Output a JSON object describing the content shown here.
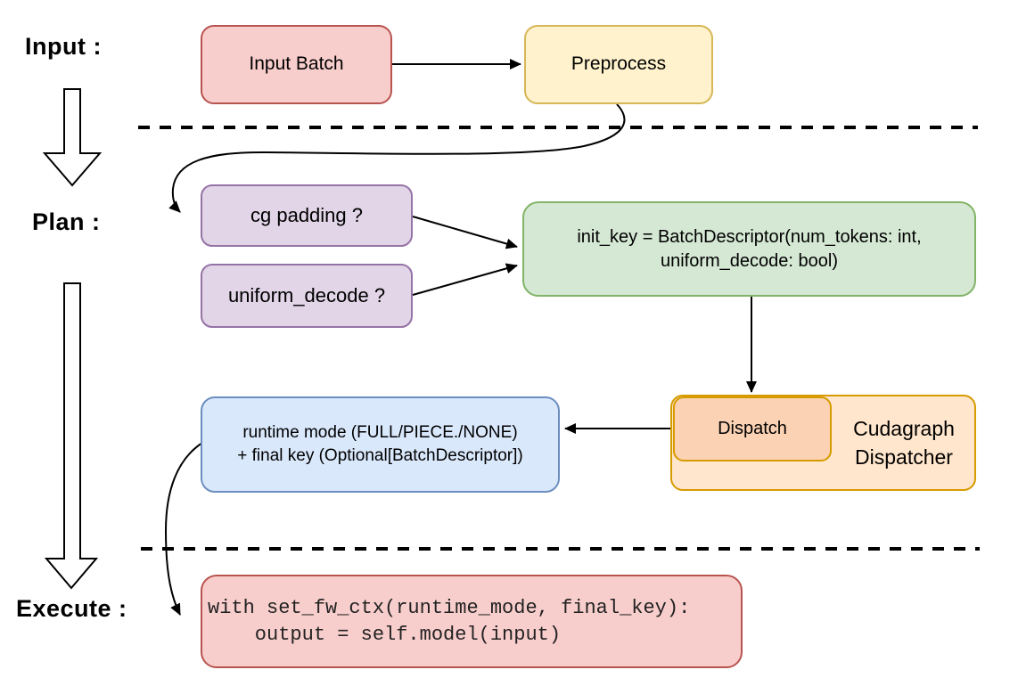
{
  "sections": {
    "input": {
      "label": "Input :"
    },
    "plan": {
      "label": "Plan :"
    },
    "execute": {
      "label": "Execute :"
    }
  },
  "nodes": {
    "input_batch": {
      "label": "Input Batch"
    },
    "preprocess": {
      "label": "Preprocess"
    },
    "cg_padding": {
      "label": "cg padding ?"
    },
    "uniform_decode": {
      "label": "uniform_decode ?"
    },
    "init_key": {
      "lines": [
        "init_key = BatchDescriptor(num_tokens: int,",
        "uniform_decode: bool)"
      ]
    },
    "dispatch": {
      "label": "Dispatch"
    },
    "cudagraph_dispatcher": {
      "lines": [
        "Cudagraph",
        "Dispatcher"
      ]
    },
    "runtime_mode": {
      "lines": [
        "runtime mode (FULL/PIECE./NONE)",
        "+ final key (Optional[BatchDescriptor])"
      ]
    },
    "execute_code": {
      "lines": [
        "with set_fw_ctx(runtime_mode, final_key):",
        "    output = self.model(input)"
      ]
    }
  },
  "colors": {
    "red-fill": "#f8cecc",
    "red-stroke": "#b85450",
    "yellow-fill": "#fff2cc",
    "yellow-stroke": "#d6b656",
    "purple-fill": "#e1d5e7",
    "purple-stroke": "#9673a6",
    "green-fill": "#d5e8d4",
    "green-stroke": "#82b366",
    "blue-fill": "#dae8fc",
    "blue-stroke": "#6c8ebf",
    "orange-fill": "#ffe6cc",
    "orange-stroke": "#d79b00",
    "orange-inner-fill": "#fbd2b4",
    "line": "#000000"
  }
}
